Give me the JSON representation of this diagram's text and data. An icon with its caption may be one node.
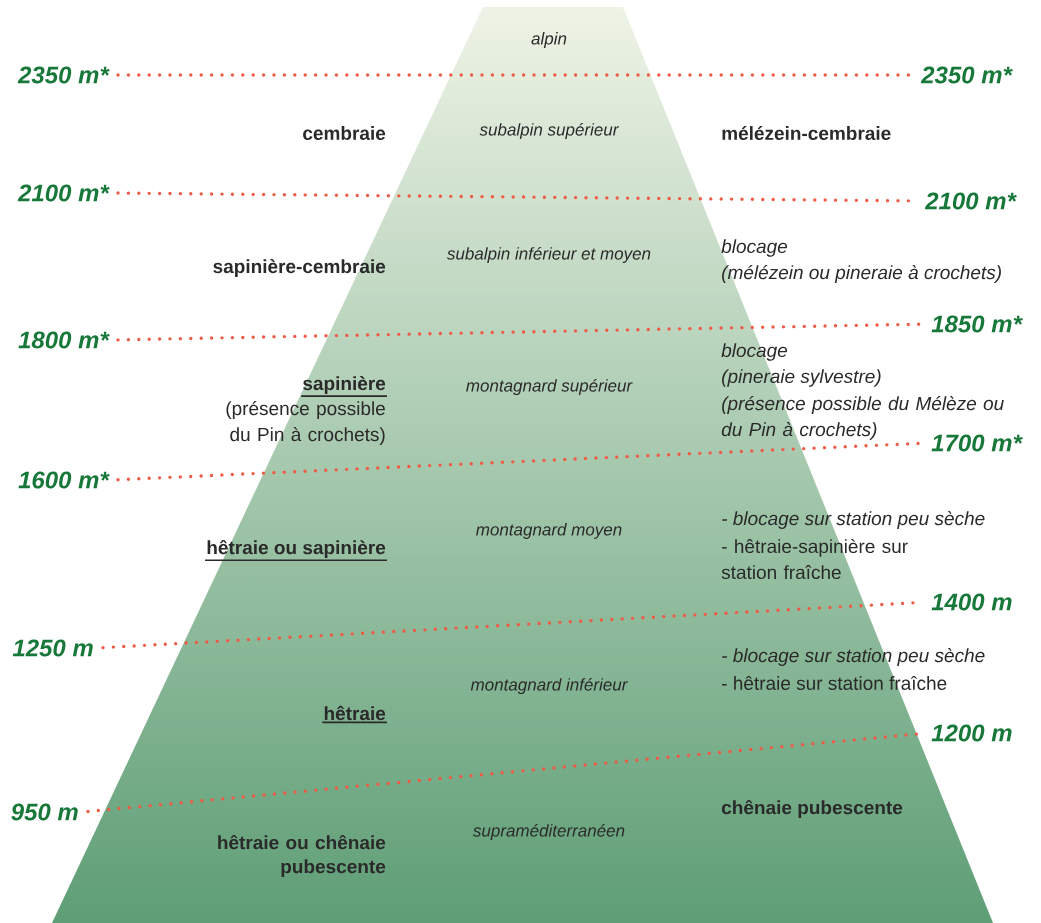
{
  "diagram": {
    "nodes": [
      {
        "text": [
          "alpin",
          "subalpin supérieur",
          "subalpin inférieur et moyen",
          "montagnard supérieur",
          "montagnard moyen",
          "montagnard inférieur",
          "supraméditerranéen"
        ]
      },
      {
        "text": [
          "2350 m*"
        ]
      },
      {
        "text": [
          "2350 m*"
        ]
      },
      {
        "text": [
          "2100 m*"
        ]
      },
      {
        "text": [
          "2100 m*"
        ]
      },
      {
        "text": [
          "1800 m*"
        ]
      },
      {
        "text": [
          "1850 m*"
        ]
      },
      {
        "text": [
          "1600 m*"
        ]
      },
      {
        "text": [
          "1700 m*"
        ]
      },
      {
        "text": [
          "1250 m"
        ]
      },
      {
        "text": [
          "1400 m"
        ]
      },
      {
        "text": [
          "950 m"
        ]
      },
      {
        "text": [
          "1200 m"
        ]
      }
    ],
    "edges": [
      {
        "from": 1,
        "to": 2,
        "arrow": "none",
        "style": "dashed"
      },
      {
        "from": 3,
        "to": 4,
        "arrow": "none",
        "style": "dashed"
      },
      {
        "from": 5,
        "to": 6,
        "arrow": "none",
        "style": "dashed"
      },
      {
        "from": 7,
        "to": 8,
        "arrow": "none",
        "style": "dashed"
      },
      {
        "from": 9,
        "to": 10,
        "arrow": "none",
        "style": "dashed"
      },
      {
        "from": 11,
        "to": 12,
        "arrow": "none",
        "style": "dashed"
      }
    ],
    "labels": [
      "cembraie",
      "mélézein-cembraie",
      "sapinière-cembraie",
      "blocage",
      "(mélézein ou pineraie à crochets)",
      "blocage",
      "sapinière",
      "(pineraie sylvestre)",
      "(présence possible du Pin à crochets)",
      "(présence possible du Mélèze ou du Pin à crochets)",
      "- blocage sur station peu sèche",
      "hêtraie ou sapinière",
      "- hêtraie-sapinière sur station fraîche",
      "- blocage sur station peu sèche",
      "- hêtraie sur station fraîche",
      "hêtraie",
      "chênaie pubescente",
      "hêtraie ou chênaie pubescente"
    ]
  }
}
